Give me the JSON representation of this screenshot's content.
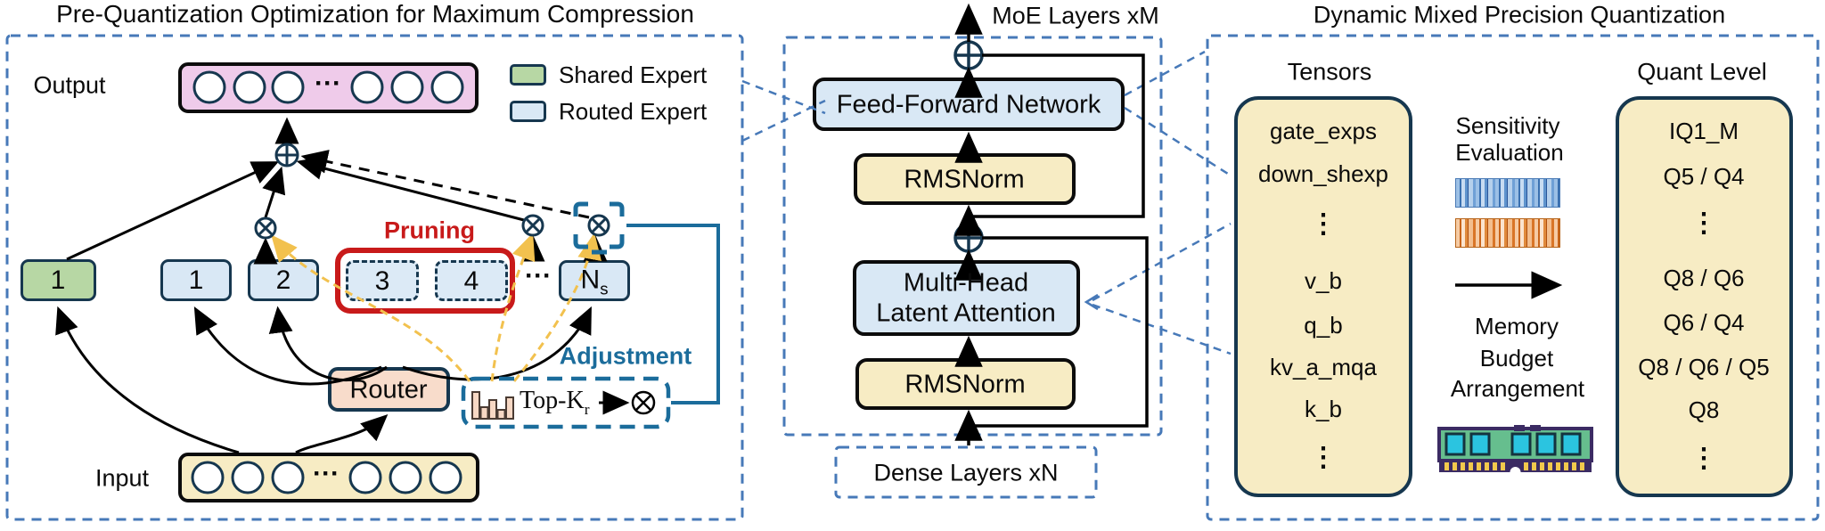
{
  "panels": {
    "left": {
      "title": "Pre-Quantization Optimization for Maximum Compression",
      "output_label": "Output",
      "input_label": "Input",
      "neuron_dots": "···",
      "legend": [
        {
          "label": "Shared Expert",
          "color": "#B7D7A4"
        },
        {
          "label": "Routed Expert",
          "color": "#D9E8F5"
        }
      ],
      "experts": {
        "shared": "1",
        "routed": [
          "1",
          "2",
          "3",
          "4"
        ],
        "ellipsis": "···",
        "last": "N",
        "last_sub": "s"
      },
      "pruning_label": "Pruning",
      "adjustment_label": "Adjustment",
      "router_label": "Router",
      "topk_label": "Top-K",
      "topk_sub": "r"
    },
    "middle": {
      "title": "MoE Layers xM",
      "ffn": "Feed-Forward Network",
      "rmsnorm_top": "RMSNorm",
      "mla_line1": "Multi-Head",
      "mla_line2": "Latent Attention",
      "rmsnorm_bottom": "RMSNorm",
      "dense": "Dense Layers xN"
    },
    "right": {
      "title": "Dynamic Mixed Precision Quantization",
      "tensors_heading": "Tensors",
      "quant_heading": "Quant Level",
      "sensitivity_line1": "Sensitivity",
      "sensitivity_line2": "Evaluation",
      "memory_line1": "Memory",
      "memory_line2": "Budget",
      "memory_line3": "Arrangement",
      "tensors": [
        "gate_exps",
        "down_shexp",
        "⋮",
        "v_b",
        "q_b",
        "kv_a_mqa",
        "k_b",
        "⋮"
      ],
      "quant_levels": [
        "IQ1_M",
        "Q5 / Q4",
        "⋮",
        "Q8 / Q6",
        "Q6 / Q4",
        "Q8 / Q6 / Q5",
        "Q8",
        "⋮"
      ]
    },
    "colors": {
      "panel_dash_blue": "#4779B8",
      "shared_expert_green": "#B7D7A4",
      "routed_expert_blue": "#D9E8F5",
      "output_pink": "#EFCBEA",
      "token_yellow": "#F7ECC4",
      "router_peach": "#F8DCCB",
      "pruning_red": "#C81A1A",
      "adjustment_teal": "#1B6C9B",
      "gate_dash_yellow": "#F2C14E",
      "dark_border": "#16374F"
    }
  }
}
